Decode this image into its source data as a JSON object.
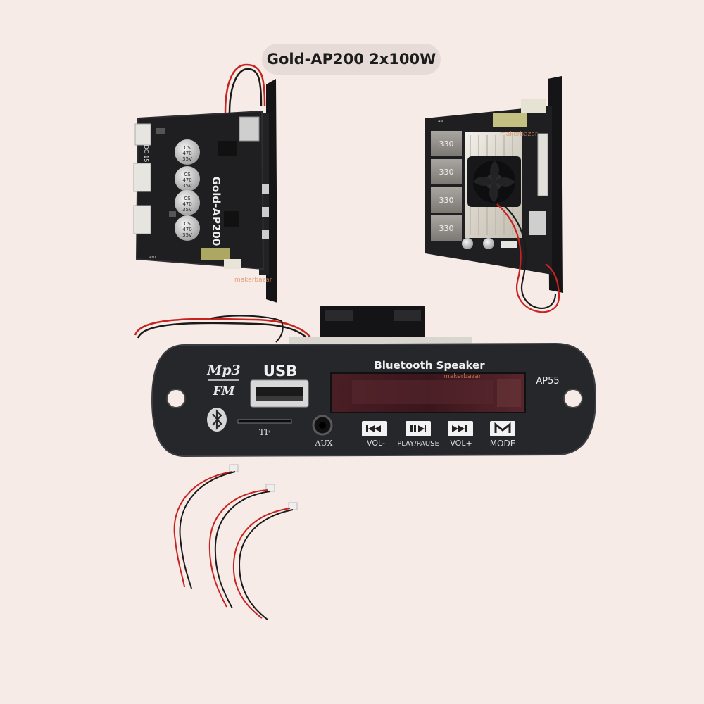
{
  "title": "Gold-AP200 2x100W",
  "watermark": "makerbazar",
  "board_front": {
    "label": "Gold-AP200",
    "port_label": "DC-15",
    "ant_label": "ANT",
    "capacitor_label": [
      "CS",
      "470",
      "35V"
    ]
  },
  "board_back": {
    "ant_label": "ANT",
    "inductor_label": "330"
  },
  "panel": {
    "logo_top": "Mp3",
    "logo_bottom": "FM",
    "usb_label": "USB",
    "tf_label": "TF",
    "aux_label": "AUX",
    "display_title": "Bluetooth Speaker",
    "model": "AP55",
    "buttons": [
      {
        "label": "VOL-",
        "icon": "previous-icon"
      },
      {
        "label": "PLAY/PAUSE",
        "icon": "play-pause-icon"
      },
      {
        "label": "VOL+",
        "icon": "next-icon"
      },
      {
        "label": "MODE",
        "icon": "mode-icon"
      }
    ]
  },
  "colors": {
    "background": "#f6ebe7",
    "board": "#1f1f22",
    "panel": "#26272b",
    "display": "#3a1a20",
    "wire_red": "#c9231f",
    "wire_black": "#1a1a1a"
  }
}
